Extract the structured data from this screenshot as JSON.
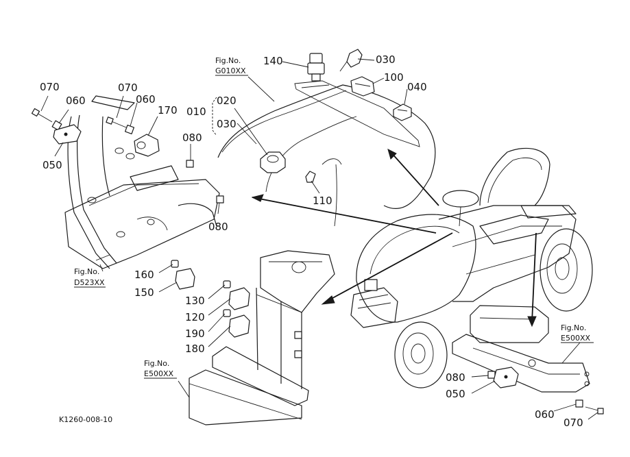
{
  "diagram": {
    "part_numbers": {
      "p070_left_a": "070",
      "p060_left_a": "060",
      "p050_left": "050",
      "p070_left_b": "070",
      "p060_left_b": "060",
      "p170": "170",
      "p080_a": "080",
      "p080_b": "080",
      "p010": "010",
      "p020": "020",
      "p030_group": "030",
      "p140": "140",
      "p030_top": "030",
      "p100": "100",
      "p040": "040",
      "p110": "110",
      "p160": "160",
      "p150": "150",
      "p130": "130",
      "p120": "120",
      "p190": "190",
      "p180": "180",
      "p080_right": "080",
      "p050_right": "050",
      "p060_right": "060",
      "p070_right": "070"
    },
    "figure_refs": {
      "g010_label": "Fig.No.",
      "g010_code": "G010XX",
      "d523_label": "Fig.No.",
      "d523_code": "D523XX",
      "e500_left_label": "Fig.No.",
      "e500_left_code": "E500XX",
      "e500_right_label": "Fig.No.",
      "e500_right_code": "E500XX"
    },
    "drawing_code": "K1260-008-10"
  }
}
